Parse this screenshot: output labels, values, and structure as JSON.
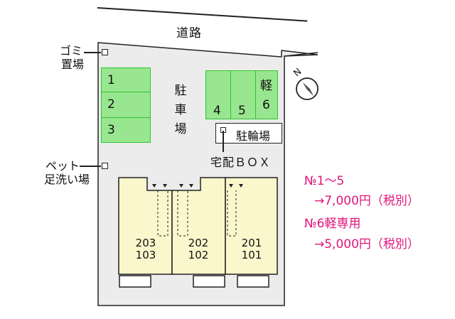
{
  "road_label": "道路",
  "left_labels": {
    "garbage": [
      "ゴミ",
      "置場"
    ],
    "pet_wash": [
      "ペット",
      "足洗い場"
    ]
  },
  "parking_lot_label": [
    "駐",
    "車",
    "場"
  ],
  "parking_spaces_left": [
    "1",
    "2",
    "3"
  ],
  "parking_spaces_right": [
    "4",
    "5",
    "6"
  ],
  "kei_label": "軽",
  "bicycle_parking": "駐輪場",
  "delivery_box": "宅配ＢＯＸ",
  "units": [
    {
      "upper": "203",
      "lower": "103"
    },
    {
      "upper": "202",
      "lower": "102"
    },
    {
      "upper": "201",
      "lower": "101"
    }
  ],
  "pricing": [
    {
      "label": "№1～5",
      "price": "→7,000円（税別）"
    },
    {
      "label": "№6軽専用",
      "price": "→5,000円（税別）"
    }
  ],
  "compass": "N",
  "colors": {
    "parking_fill": "#98e690",
    "parking_border": "#2ec42e",
    "site_fill": "#ececec",
    "building_fill": "#fbf7cc",
    "price_text": "#e0157b"
  }
}
